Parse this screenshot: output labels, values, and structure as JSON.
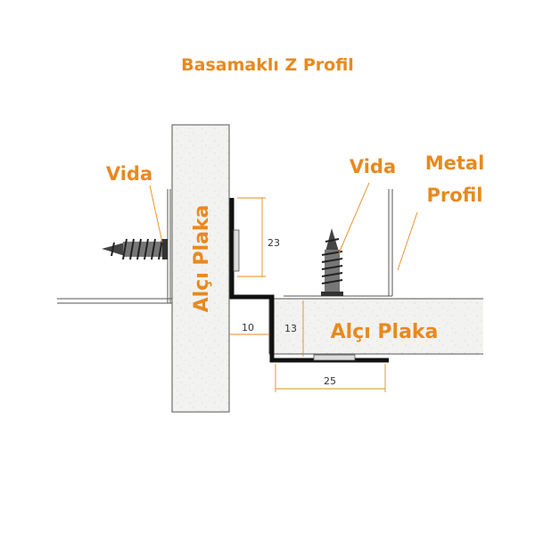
{
  "title": "Basamaklı Z Profil",
  "labels": {
    "vida_left": "Vida",
    "vida_right": "Vida",
    "metal": "Metal",
    "profil": "Profil",
    "alci_vertical": "Alçı Plaka",
    "alci_horizontal": "Alçı Plaka"
  },
  "dimensions": {
    "d23": "23",
    "d10": "10",
    "d13": "13",
    "d25": "25"
  },
  "colors": {
    "accent": "#E8891F",
    "profile": "#111111",
    "board": "#f2f2f0"
  }
}
